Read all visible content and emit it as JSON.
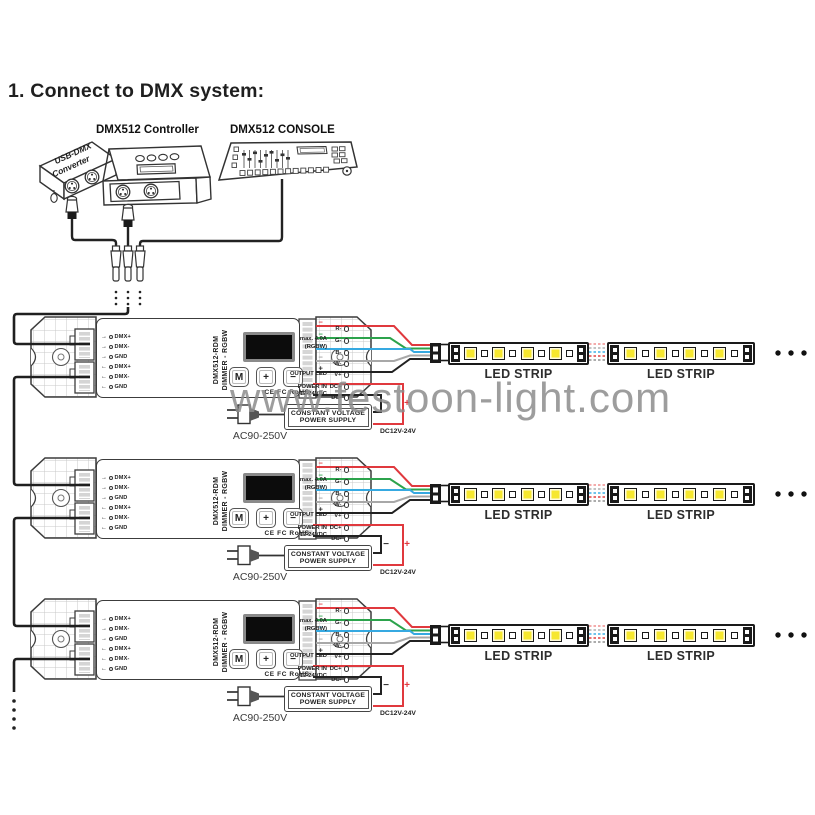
{
  "page": {
    "title": "1. Connect to DMX system:",
    "watermark": "www.festoon-light.com"
  },
  "top": {
    "converter_line1": "USB-DMX",
    "converter_line2": "Converter",
    "controller_label": "DMX512 Controller",
    "console_label": "DMX512 CONSOLE"
  },
  "decoder": {
    "model_line1": "DMX512-RDM",
    "model_line2": "DIMMER - RGBW",
    "arrow_in": "→",
    "arrow_out": "←",
    "dmx_in": [
      "DMX+",
      "DMX-",
      "GND"
    ],
    "dmx_out": [
      "DMX+",
      "DMX-",
      "GND"
    ],
    "btn_mode": "M",
    "btn_plus": "+",
    "btn_minus": "−",
    "cert": "CE FC RoHS",
    "rating1": "max. 4.0A",
    "rating2": "(RGBW)",
    "output_led": "OUTPUT LED",
    "power_in1": "POWER IN",
    "power_in2": "12-24VDC",
    "terminals": [
      "R-",
      "G-",
      "B-",
      "W-",
      "V+",
      "DC+",
      "DC-"
    ]
  },
  "wiring": {
    "minus": "−",
    "plus": "+"
  },
  "strip_label": "LED STRIP",
  "psu": {
    "line1": "CONSTANT VOLTAGE",
    "line2": "POWER SUPPLY",
    "ac": "AC90-250V",
    "dc": "DC12V-24V"
  },
  "colors": {
    "red": "#e0393e",
    "green": "#2ca34c",
    "blue": "#36a9e1",
    "gray": "#a8a8a8",
    "black": "#222222",
    "led_yellow": "#f6e72e",
    "watermark_gray": "#8d8d8d"
  }
}
